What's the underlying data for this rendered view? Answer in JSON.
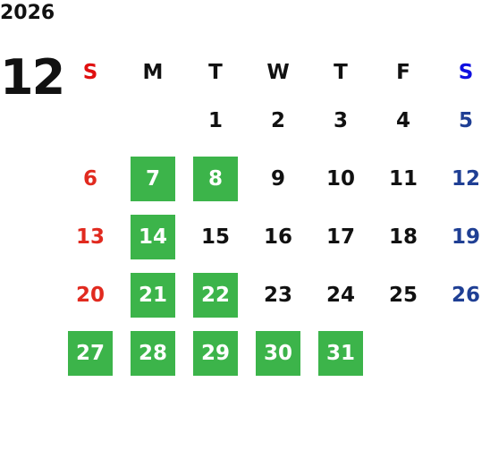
{
  "calendar": {
    "year": "2026",
    "month": "12",
    "weekdays": [
      "S",
      "M",
      "T",
      "W",
      "T",
      "F",
      "S"
    ],
    "weeks": [
      [
        "",
        "",
        "1",
        "2",
        "3",
        "4",
        "5"
      ],
      [
        "6",
        "7",
        "8",
        "9",
        "10",
        "11",
        "12"
      ],
      [
        "13",
        "14",
        "15",
        "16",
        "17",
        "18",
        "19"
      ],
      [
        "20",
        "21",
        "22",
        "23",
        "24",
        "25",
        "26"
      ],
      [
        "27",
        "28",
        "29",
        "30",
        "31",
        "",
        ""
      ]
    ],
    "highlighted_days": [
      "7",
      "8",
      "14",
      "21",
      "22",
      "27",
      "28",
      "29",
      "30",
      "31"
    ]
  },
  "colors": {
    "highlight": "#3cb44a",
    "sunday": "#e12a1f",
    "saturday": "#1f3f94",
    "text": "#111111"
  }
}
